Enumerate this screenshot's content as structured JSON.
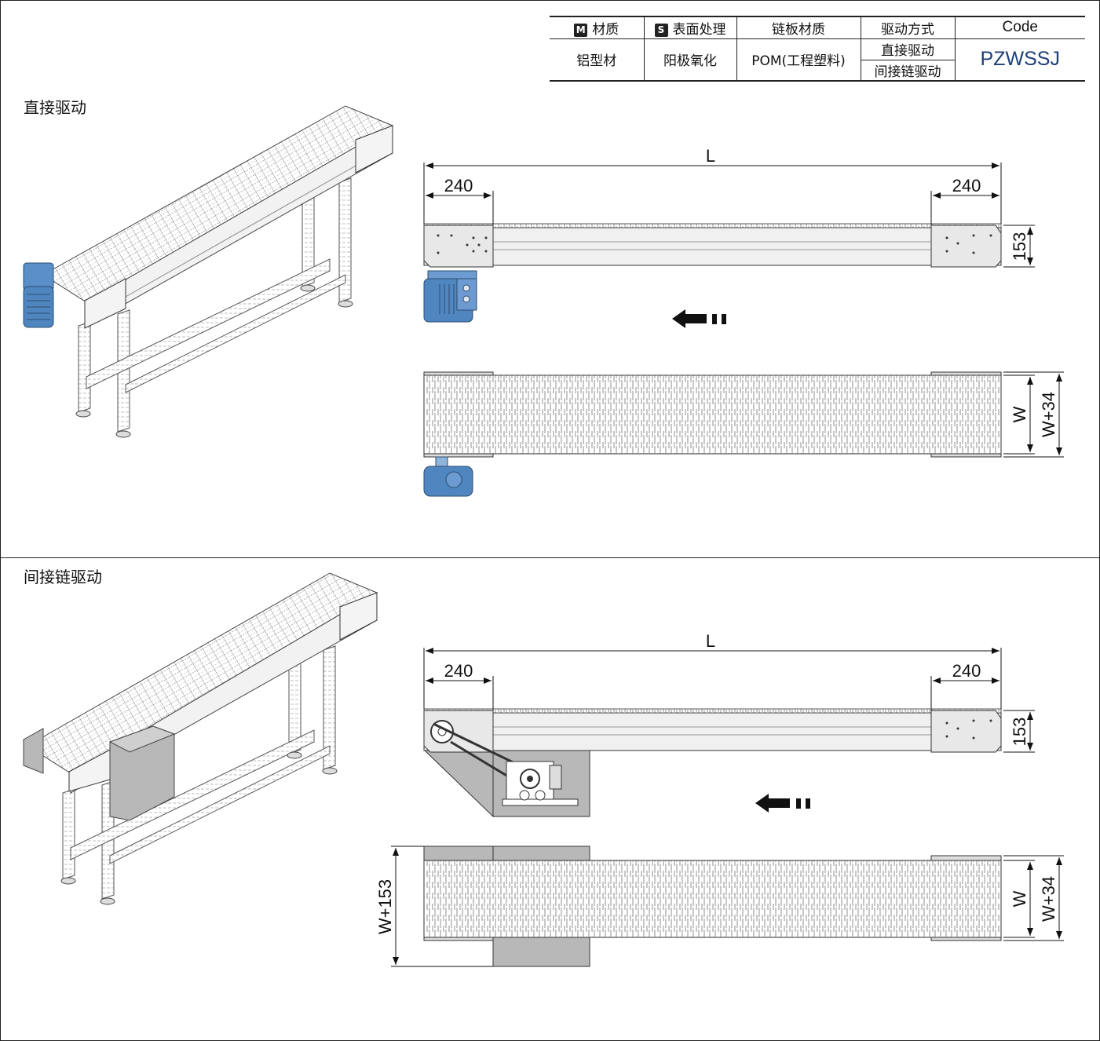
{
  "spec_table": {
    "headers": {
      "material": "材质",
      "material_badge": "M",
      "surface": "表面处理",
      "surface_badge": "S",
      "chain_material": "链板材质",
      "drive": "驱动方式",
      "code": "Code"
    },
    "row": {
      "material": "铝型材",
      "surface": "阳极氧化",
      "chain_material": "POM(工程塑料)",
      "drive_direct": "直接驱动",
      "drive_indirect": "间接链驱动",
      "code": "PZWSSJ"
    }
  },
  "sections": {
    "direct": {
      "title": "直接驱动",
      "dims": {
        "length": "L",
        "left_end": "240",
        "right_end": "240",
        "height": "153",
        "width": "W",
        "width_total": "W+34"
      }
    },
    "indirect": {
      "title": "间接链驱动",
      "dims": {
        "length": "L",
        "left_end": "240",
        "right_end": "240",
        "height": "153",
        "width": "W",
        "width_total": "W+34",
        "width_motor": "W+153"
      }
    }
  },
  "colors": {
    "motor": "#4f86bf",
    "cover": "#b8b8b8",
    "frame_line": "#333333",
    "code_text": "#1e3f7a"
  },
  "icons": {
    "flow_arrow": "left-arrow-icon"
  }
}
